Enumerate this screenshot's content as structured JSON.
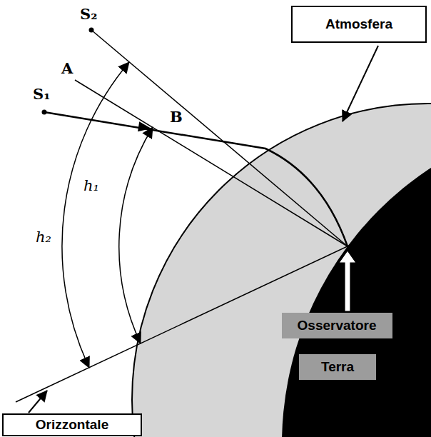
{
  "diagram": {
    "nodes": [
      {
        "text": [
          "Atmosfera"
        ]
      },
      {
        "text": [
          "Osservatore"
        ]
      },
      {
        "text": [
          "Terra"
        ]
      },
      {
        "text": [
          "Orizzontale"
        ]
      }
    ],
    "labels": [
      "S₂",
      "S₁",
      "A",
      "B",
      "h₂",
      "h₁"
    ]
  }
}
